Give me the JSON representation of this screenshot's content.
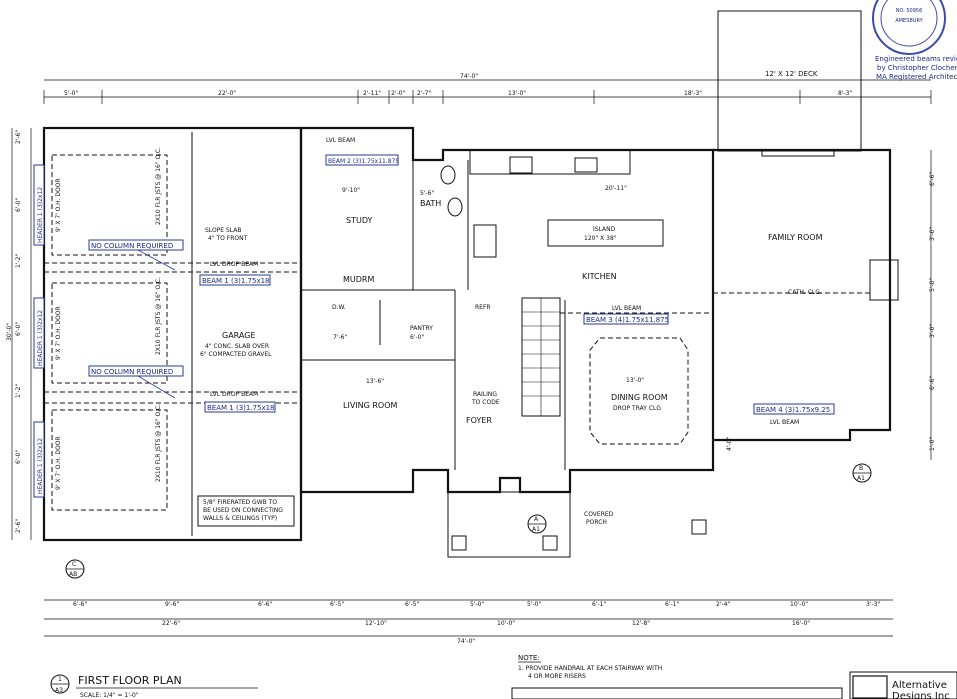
{
  "stamp": {
    "seal_lines": [
      "NO. 50956",
      "AMESBURY"
    ],
    "note_lines": [
      "Engineered beams reviewed",
      "by Christopher Clocher,",
      "MA Registered Architect"
    ]
  },
  "deck_label": "12' X 12' DECK",
  "overall_dims": {
    "top_total": "74'-0\"",
    "bottom_total": "74'-0\"",
    "top_segments": [
      "5'-0\"",
      "22'-0\"",
      "2'-11\"",
      "2'-0\"",
      "2'-7\"",
      "13'-0\"",
      "18'-3\"",
      "8'-3\""
    ],
    "bottom_row1": [
      "6'-6\"",
      "9'-6\"",
      "6'-6\"",
      "6'-5\"",
      "6'-5\"",
      "5'-0\"",
      "5'-0\"",
      "6'-1\"",
      "6'-1\"",
      "2'-4\"",
      "10'-0\"",
      "3'-3\""
    ],
    "bottom_row2": [
      "22'-6\"",
      "12'-10\"",
      "10'-0\"",
      "12'-8\"",
      "16'-0\""
    ],
    "left_side": [
      "2'-6\"",
      "6'-0\"",
      "1'-2\"",
      "6'-0\"",
      "1'-2\"",
      "6'-0\"",
      "2'-6\""
    ],
    "left_total": "30'-0\"",
    "right_side": [
      "6'-6\"",
      "3'-0\"",
      "5'-0\"",
      "3'-0\"",
      "6'-6\"",
      "4'-0\"",
      "1'-0\""
    ]
  },
  "rooms": {
    "study": "STUDY",
    "study_dim": "9'-10\"",
    "bath": "BATH",
    "bath_dim": "5'-6\"",
    "mudrm": "MUDRM",
    "pantry": "PANTRY",
    "pantry_dim": "6'-0\"",
    "kitchen": "KITCHEN",
    "kitchen_dim": "20'-11\"",
    "island_l1": "ISLAND",
    "island_l2": "120\" X 38\"",
    "family_room": "FAMILY ROOM",
    "family_cath": "CATH. CLG.",
    "living_room": "LIVING ROOM",
    "living_dim": "13'-6\"",
    "foyer": "FOYER",
    "dining_room": "DINING ROOM",
    "dining_ceiling": "DROP TRAY CLG",
    "dining_dim": "13'-0\"",
    "garage": "GARAGE",
    "garage_slab_l1": "4\" CONC. SLAB OVER",
    "garage_slab_l2": "6\" COMPACTED GRAVEL",
    "slope_slab_l1": "SLOPE SLAB",
    "slope_slab_l2": "4\" TO FRONT",
    "covered_porch_l1": "COVERED",
    "covered_porch_l2": "PORCH",
    "railing_l1": "RAILING",
    "railing_l2": "TO CODE",
    "refr": "REFR",
    "dw": "D.W.",
    "pantry_small": "7'-6\"",
    "garage_note_l1": "5/8\" FIRERATED GWB TO",
    "garage_note_l2": "BE USED ON CONNECTING",
    "garage_note_l3": "WALLS & CEILINGS (TYP)"
  },
  "beams": {
    "beam1_top": "BEAM 1 (3)1.75x18",
    "beam1_bottom": "BEAM 1 (3)1.75x18",
    "beam2": "BEAM 2 (3)1.75x11.875",
    "beam3": "BEAM 3 (4)1.75x11.875",
    "beam4": "BEAM 4 (3)1.75x9.25",
    "headers": [
      "HEADER 1 (3)2x12",
      "HEADER 1 (3)2x12",
      "HEADER 1 (3)2x12"
    ],
    "no_column_1": "NO COLUMN REQUIRED",
    "no_column_2": "NO COLUMN REQUIRED",
    "lvl_beam": "LVL BEAM",
    "lvl_drop_beam": "LVL DROP BEAM"
  },
  "garage_bays": {
    "door_label_l1": "9' X 7' O.H. DOOR",
    "joists": "2X10 FLR JSTS @ 16\" O.C."
  },
  "section_markers": {
    "c": "C",
    "ab": "AB",
    "b": "B",
    "a1": "A1",
    "a": "A"
  },
  "notes": {
    "heading": "NOTE:",
    "line1": "1. PROVIDE HANDRAIL AT EACH STAIRWAY WITH",
    "line2": "4 OR MORE RISERS"
  },
  "title_block": {
    "number": "1",
    "sheet": "A3",
    "title": "FIRST FLOOR PLAN",
    "scale": "SCALE: 1/4\" = 1'-0\"",
    "company_l1": "Alternative",
    "company_l2": "Designs Inc"
  }
}
